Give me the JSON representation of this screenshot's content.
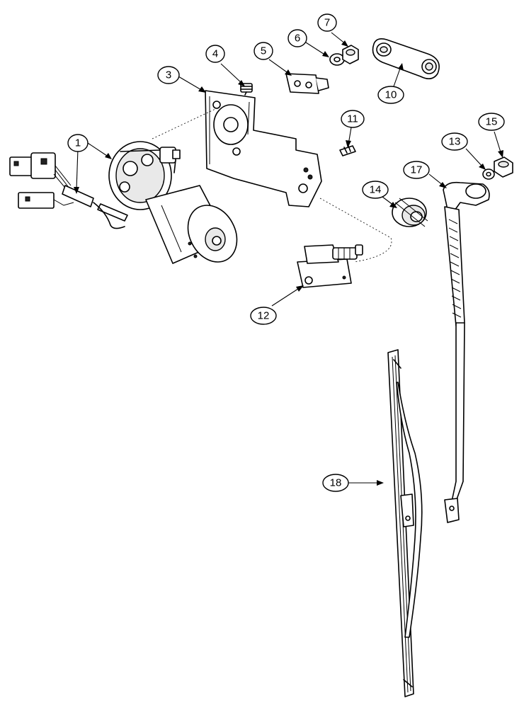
{
  "callouts": {
    "c1": "1",
    "c3": "3",
    "c4": "4",
    "c5": "5",
    "c6": "6",
    "c7": "7",
    "c10": "10",
    "c11": "11",
    "c12": "12",
    "c13": "13",
    "c14": "14",
    "c15": "15",
    "c17": "17",
    "c18": "18"
  }
}
